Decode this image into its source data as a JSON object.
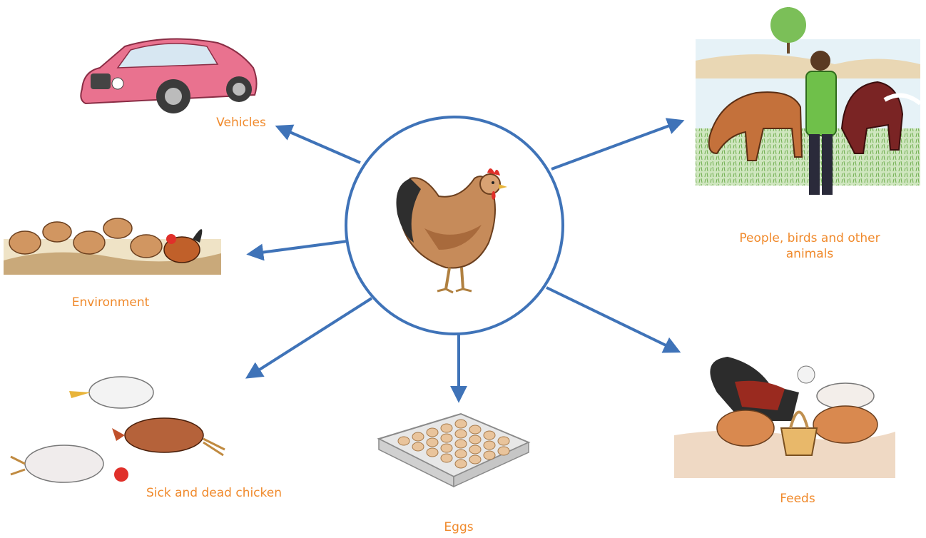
{
  "colors": {
    "arrow": "#3f73b8",
    "label": "#f08a2c",
    "circle_stroke": "#3f73b8"
  },
  "center": {
    "icon": "hen-icon"
  },
  "nodes": [
    {
      "id": "vehicles",
      "label": "Vehicles",
      "icon": "car-icon"
    },
    {
      "id": "people",
      "label": "People, birds and other animals",
      "icon": "people-animals-icon"
    },
    {
      "id": "environment",
      "label": "Environment",
      "icon": "flock-icon"
    },
    {
      "id": "sick",
      "label": "Sick and dead chicken",
      "icon": "dead-chicken-icon"
    },
    {
      "id": "eggs",
      "label": "Eggs",
      "icon": "egg-tray-icon"
    },
    {
      "id": "feeds",
      "label": "Feeds",
      "icon": "feeder-icon"
    }
  ]
}
